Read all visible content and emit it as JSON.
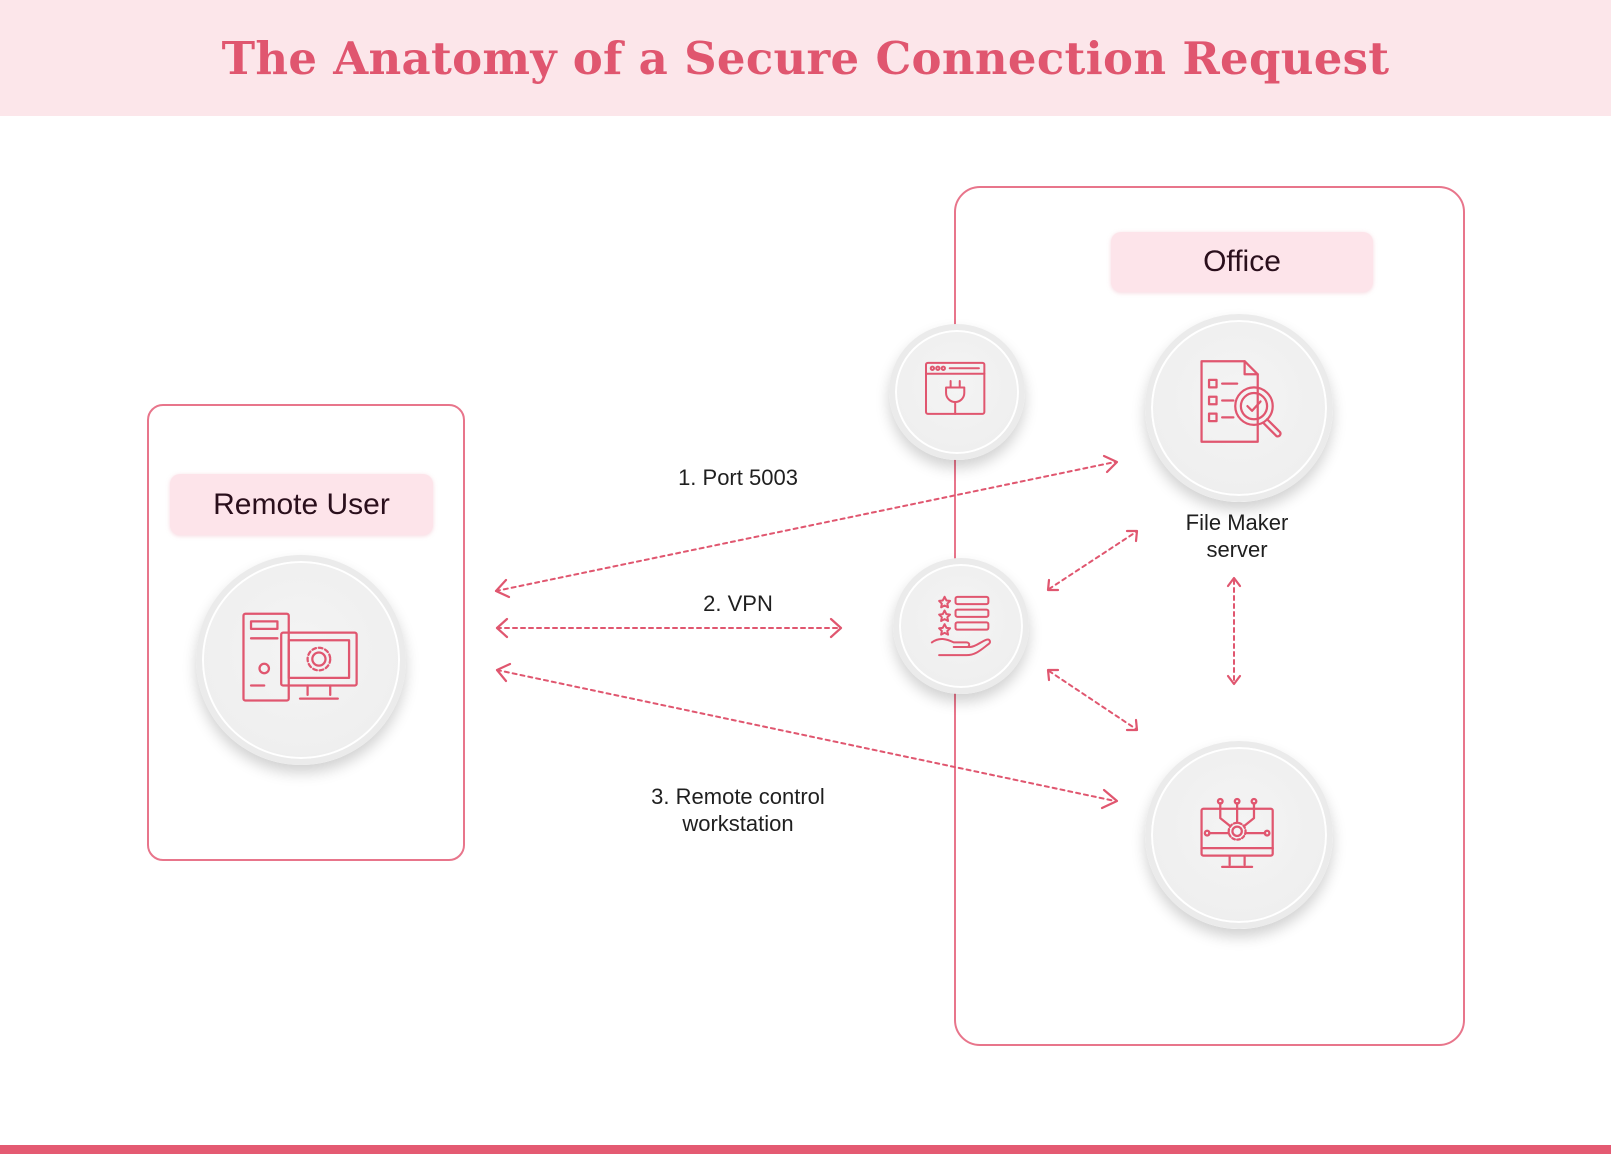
{
  "title": "The Anatomy of a Secure Connection Request",
  "remote_user": {
    "label": "Remote User",
    "icon": "computer-settings-icon"
  },
  "office": {
    "label": "Office",
    "nodes": {
      "port_gateway": {
        "icon": "browser-plug-icon"
      },
      "vpn": {
        "icon": "hand-checklist-icon"
      },
      "file_maker_server": {
        "label_line1": "File Maker",
        "label_line2": "server",
        "icon": "document-search-check-icon"
      },
      "workstation": {
        "icon": "monitor-circuit-gear-icon"
      }
    }
  },
  "connections": {
    "port": "1. Port 5003",
    "vpn": "2. VPN",
    "remote_control_line1": "3. Remote control",
    "remote_control_line2": "workstation"
  },
  "colors": {
    "accent": "#e0566f",
    "header_bg": "#fce6ea",
    "panel_border": "#e8758b",
    "pill_bg": "#fde4ea",
    "node_bg": "#efefef"
  }
}
